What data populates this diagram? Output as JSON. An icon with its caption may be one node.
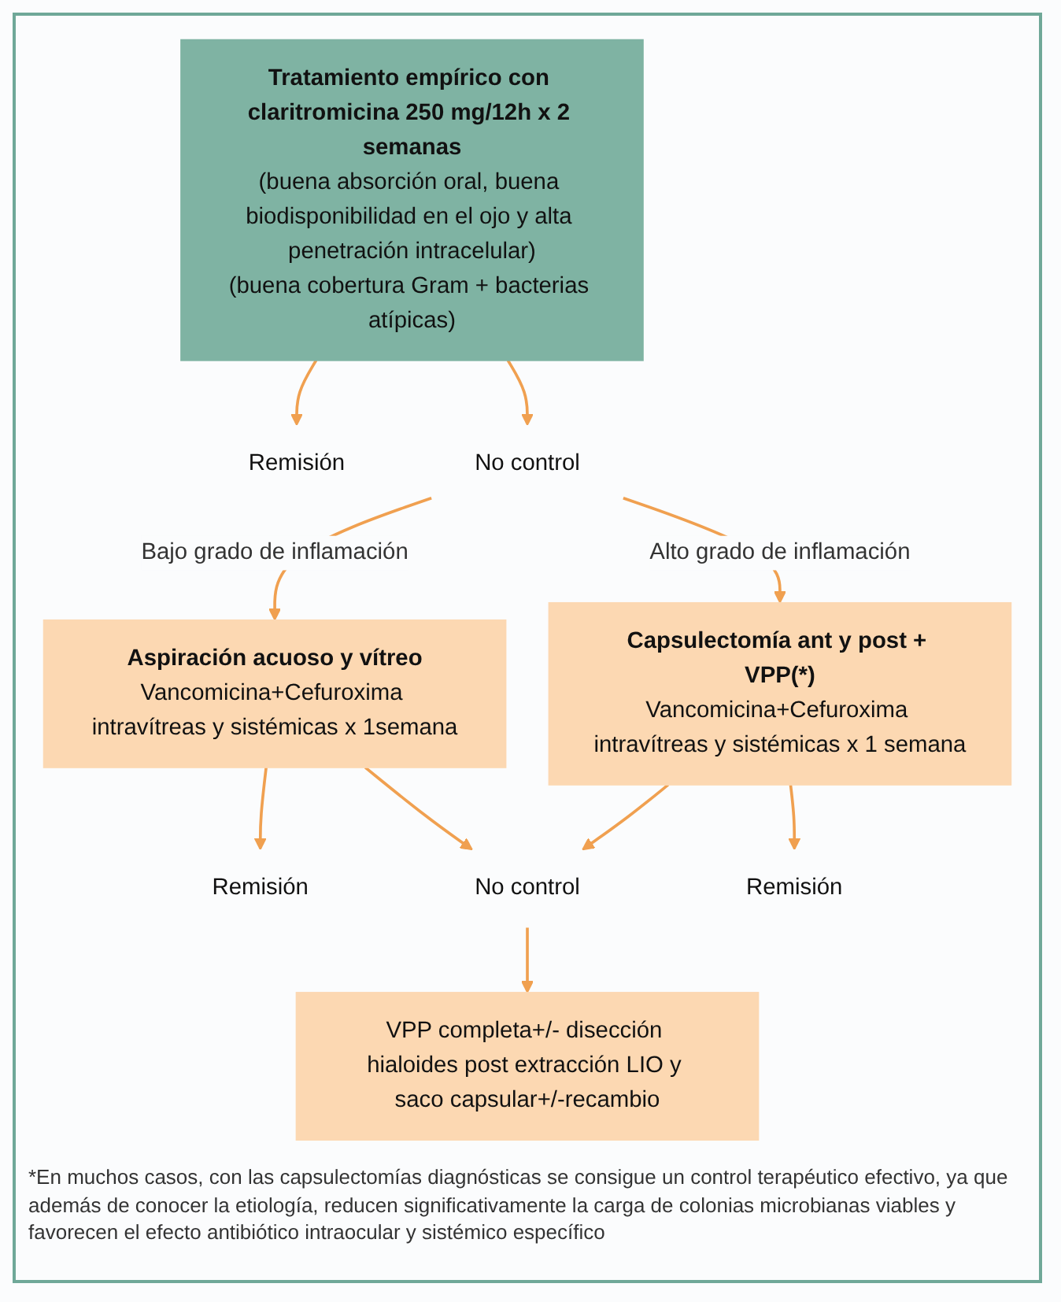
{
  "diagram": {
    "nodes": [
      {
        "text": [
          "Tratamiento empírico con claritromicina 250 mg/12h x 2 semanas",
          "(buena absorción oral, buena biodisponibilidad en el ojo y alta penetración intracelular)",
          "(buena cobertura Gram + bacterias atípicas)"
        ]
      },
      {
        "text": [
          "Remisión"
        ]
      },
      {
        "text": [
          "No control"
        ]
      },
      {
        "text": [
          "Aspiración acuoso y vítreo",
          "Vancomicina+Cefuroxima intravítreas y sistémicas x 1semana"
        ]
      },
      {
        "text": [
          "Capsulectomía ant y post + VPP(*)",
          "Vancomicina+Cefuroxima intravítreas y sistémicas x 1 semana"
        ]
      },
      {
        "text": [
          "Remisión"
        ]
      },
      {
        "text": [
          "No control"
        ]
      },
      {
        "text": [
          "Remisión"
        ]
      },
      {
        "text": [
          "VPP completa+/- disección hialoides post extracción LIO y saco capsular+/-recambio"
        ]
      }
    ],
    "edges": [
      {
        "from": 0,
        "to": 1,
        "arrow": "to"
      },
      {
        "from": 0,
        "to": 2,
        "arrow": "to"
      },
      {
        "from": 2,
        "to": 3,
        "arrow": "to",
        "label": "Bajo grado de inflamación"
      },
      {
        "from": 2,
        "to": 4,
        "arrow": "to",
        "label": "Alto grado de inflamación"
      },
      {
        "from": 3,
        "to": 5,
        "arrow": "to"
      },
      {
        "from": 3,
        "to": 6,
        "arrow": "to"
      },
      {
        "from": 4,
        "to": 6,
        "arrow": "to"
      },
      {
        "from": 4,
        "to": 7,
        "arrow": "to"
      },
      {
        "from": 6,
        "to": 8,
        "arrow": "to"
      }
    ],
    "caption": "*En muchos casos, con las capsulectomías diagnósticas se consigue un control terapéutico efectivo, ya que además de conocer la etiología, reducen significativamente la carga de colonias microbianas viables y favorecen el efecto antibiótico intraocular y sistémico específico"
  }
}
